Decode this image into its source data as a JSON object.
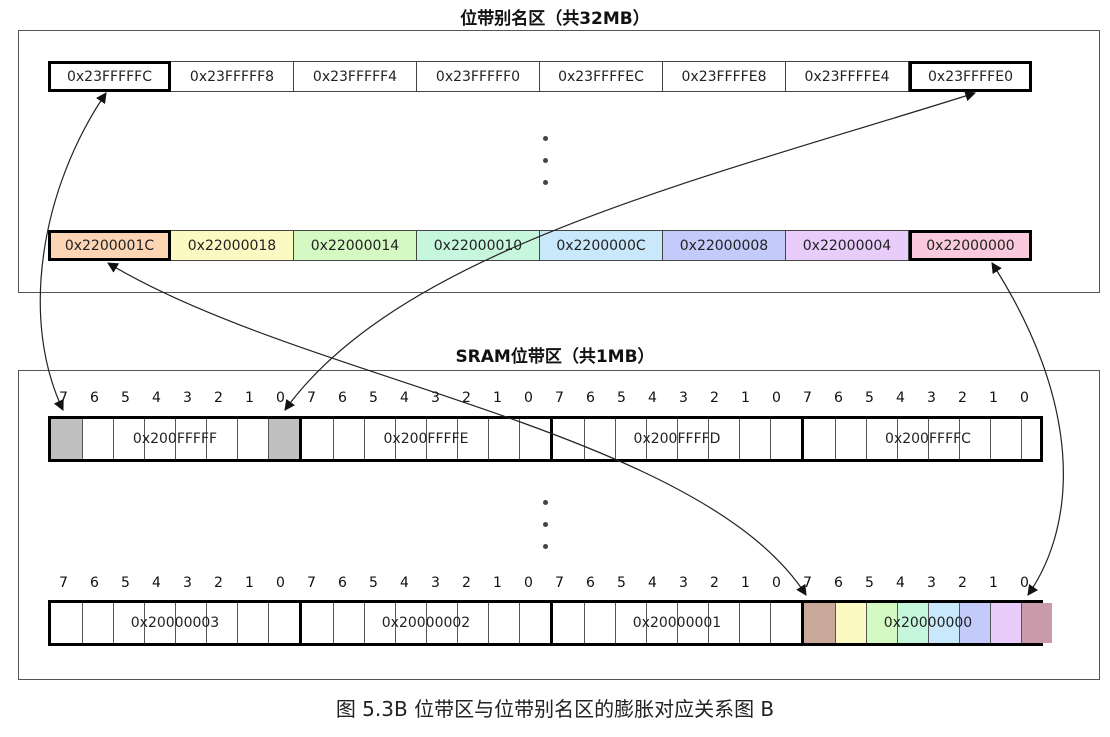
{
  "alias_title": "位带别名区（共32MB）",
  "sram_title": "SRAM位带区（共1MB）",
  "caption": "图 5.3B   位带区与位带别名区的膨胀对应关系图 B",
  "alias_top_row": [
    {
      "label": "0x23FFFFFC",
      "emphasis": true
    },
    {
      "label": "0x23FFFFF8",
      "emphasis": false
    },
    {
      "label": "0x23FFFFF4",
      "emphasis": false
    },
    {
      "label": "0x23FFFFF0",
      "emphasis": false
    },
    {
      "label": "0x23FFFFEC",
      "emphasis": false
    },
    {
      "label": "0x23FFFFE8",
      "emphasis": false
    },
    {
      "label": "0x23FFFFE4",
      "emphasis": false
    },
    {
      "label": "0x23FFFFE0",
      "emphasis": true
    }
  ],
  "alias_bottom_row": [
    {
      "label": "0x2200001C",
      "color": "#fcd5b4",
      "emphasis": true
    },
    {
      "label": "0x22000018",
      "color": "#fdf9c3",
      "emphasis": false
    },
    {
      "label": "0x22000014",
      "color": "#d5f9c3",
      "emphasis": false
    },
    {
      "label": "0x22000010",
      "color": "#c6f6dc",
      "emphasis": false
    },
    {
      "label": "0x2200000C",
      "color": "#c9e8fb",
      "emphasis": false
    },
    {
      "label": "0x22000008",
      "color": "#c4cbfa",
      "emphasis": false
    },
    {
      "label": "0x22000004",
      "color": "#e8cdfb",
      "emphasis": false
    },
    {
      "label": "0x22000000",
      "color": "#f9c9dc",
      "emphasis": true
    }
  ],
  "bit_numbers": [
    "7",
    "6",
    "5",
    "4",
    "3",
    "2",
    "1",
    "0"
  ],
  "sram_top_bytes": [
    "0x200FFFFF",
    "0x200FFFFE",
    "0x200FFFFD",
    "0x200FFFFC"
  ],
  "sram_bottom_bytes": [
    "0x20000003",
    "0x20000002",
    "0x20000001",
    "0x20000000"
  ],
  "colors": {
    "highlight_gray": "#c0c0c0",
    "bottom_byte0_bits": [
      "#c8a898",
      "#fdf9c3",
      "#d5f9c3",
      "#c6f6dc",
      "#c9e8fb",
      "#c4cbfa",
      "#e8cdfb",
      "#c89aaa"
    ]
  }
}
